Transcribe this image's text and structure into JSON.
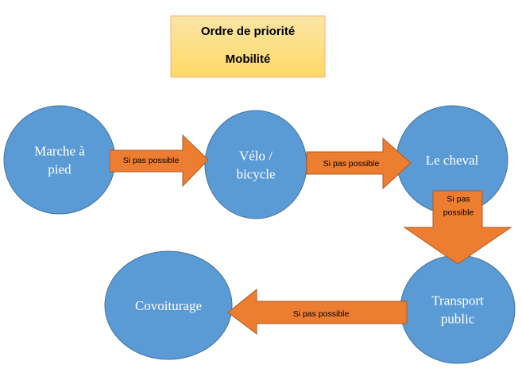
{
  "title": {
    "line1": "Ordre de priorité",
    "line2": "Mobilité"
  },
  "colors": {
    "node_fill": "#5b9bd5",
    "node_stroke": "#41719c",
    "arrow_fill": "#ed7d31",
    "arrow_stroke": "#ae5a21",
    "title_fill_top": "#fbe5a6",
    "title_fill_bottom": "#ffd966",
    "title_stroke": "#f4b183"
  },
  "nodes": [
    {
      "id": "walk",
      "lines": [
        "Marche à",
        "pied"
      ]
    },
    {
      "id": "bike",
      "lines": [
        "Vélo /",
        "bicycle"
      ]
    },
    {
      "id": "horse",
      "lines": [
        "Le cheval"
      ]
    },
    {
      "id": "transit",
      "lines": [
        "Transport",
        "public"
      ]
    },
    {
      "id": "carpool",
      "lines": [
        "Covoiturage"
      ]
    }
  ],
  "arrows": [
    {
      "from": "walk",
      "to": "bike",
      "lines": [
        "Si pas possible"
      ]
    },
    {
      "from": "bike",
      "to": "horse",
      "lines": [
        "Si pas possible"
      ]
    },
    {
      "from": "horse",
      "to": "transit",
      "lines": [
        "Si pas",
        "possible"
      ]
    },
    {
      "from": "transit",
      "to": "carpool",
      "lines": [
        "Si pas possible"
      ]
    }
  ]
}
